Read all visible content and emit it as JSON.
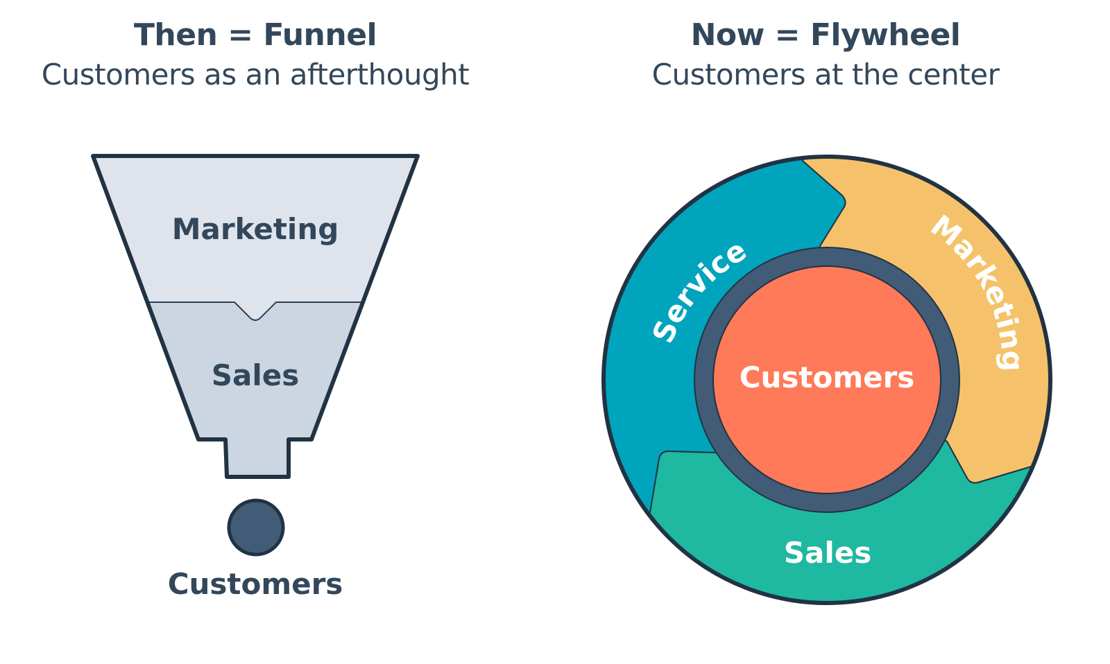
{
  "left_panel": {
    "title": "Then = Funnel",
    "subtitle": "Customers as an afterthought",
    "funnel": {
      "stages": [
        {
          "label": "Marketing",
          "fill": "#dfe3eb"
        },
        {
          "label": "Sales",
          "fill": "#cbd6e2"
        }
      ],
      "output_label": "Customers",
      "output_fill": "#425b76"
    }
  },
  "right_panel": {
    "title": "Now = Flywheel",
    "subtitle": "Customers at the center",
    "flywheel": {
      "center_label": "Customers",
      "center_fill": "#ff7a59",
      "ring_fill": "#425b76",
      "segments": [
        {
          "label": "Marketing",
          "fill": "#f5c26b"
        },
        {
          "label": "Sales",
          "fill": "#1fb8a0"
        },
        {
          "label": "Service",
          "fill": "#00a4bd"
        }
      ]
    }
  },
  "colors": {
    "text": "#33475b",
    "outline": "#213343",
    "label_light": "#ffffff"
  }
}
